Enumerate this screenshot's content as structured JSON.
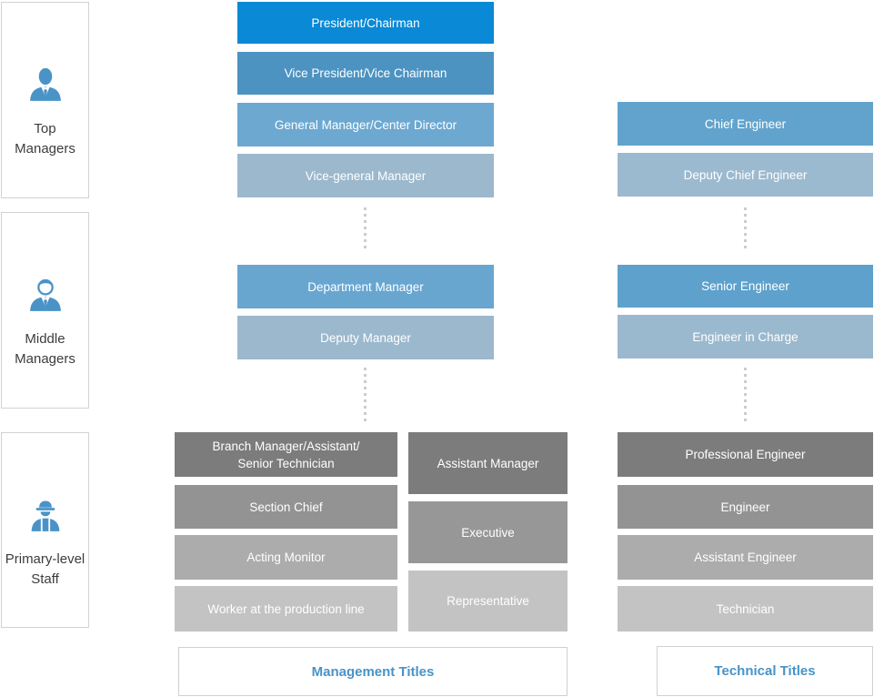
{
  "staff_groups": {
    "items": [
      {
        "label": "Top\nManagers",
        "icon": "businessman-icon"
      },
      {
        "label": "Middle\nManagers",
        "icon": "manager-icon"
      },
      {
        "label": "Primary-level\nStaff",
        "icon": "construction-worker-icon"
      }
    ]
  },
  "management": {
    "levels": [
      {
        "label": "President/Chairman",
        "bg": "#0989d6"
      },
      {
        "label": "Vice President/Vice Chairman",
        "bg": "#4c93c1"
      },
      {
        "label": "General Manager/Center Director",
        "bg": "#6ca8d0"
      },
      {
        "label": "Vice-general Manager",
        "bg": "#9bb8cd"
      },
      {
        "label": "Department Manager",
        "bg": "#68a6d0"
      },
      {
        "label": "Deputy Manager",
        "bg": "#9bb8cd"
      }
    ],
    "primary_left": [
      {
        "label": "Branch Manager/Assistant/\nSenior Technician",
        "bg": "#7c7c7c"
      },
      {
        "label": "Section Chief",
        "bg": "#939393"
      },
      {
        "label": "Acting Monitor",
        "bg": "#acacac"
      },
      {
        "label": "Worker at the production line",
        "bg": "#c3c3c3"
      }
    ],
    "primary_right": [
      {
        "label": "Assistant Manager",
        "bg": "#7c7c7c"
      },
      {
        "label": "Executive",
        "bg": "#979797"
      },
      {
        "label": "Representative",
        "bg": "#c3c3c3"
      }
    ],
    "footer_label": "Management Titles"
  },
  "technical": {
    "levels": [
      {
        "label": "Chief Engineer",
        "bg": "#61a3cd"
      },
      {
        "label": "Deputy Chief Engineer",
        "bg": "#9cbacf"
      },
      {
        "label": "Senior Engineer",
        "bg": "#5da1cc"
      },
      {
        "label": "Engineer in Charge",
        "bg": "#9bb9ce"
      },
      {
        "label": "Professional Engineer",
        "bg": "#7c7c7c"
      },
      {
        "label": "Engineer",
        "bg": "#939393"
      },
      {
        "label": "Assistant Engineer",
        "bg": "#acacac"
      },
      {
        "label": "Technician",
        "bg": "#c3c3c3"
      }
    ],
    "footer_label": "Technical Titles"
  },
  "colors": {
    "title_text": "#4793c8",
    "icon_blue": "#4a93c7",
    "connector": "#cccccc"
  }
}
